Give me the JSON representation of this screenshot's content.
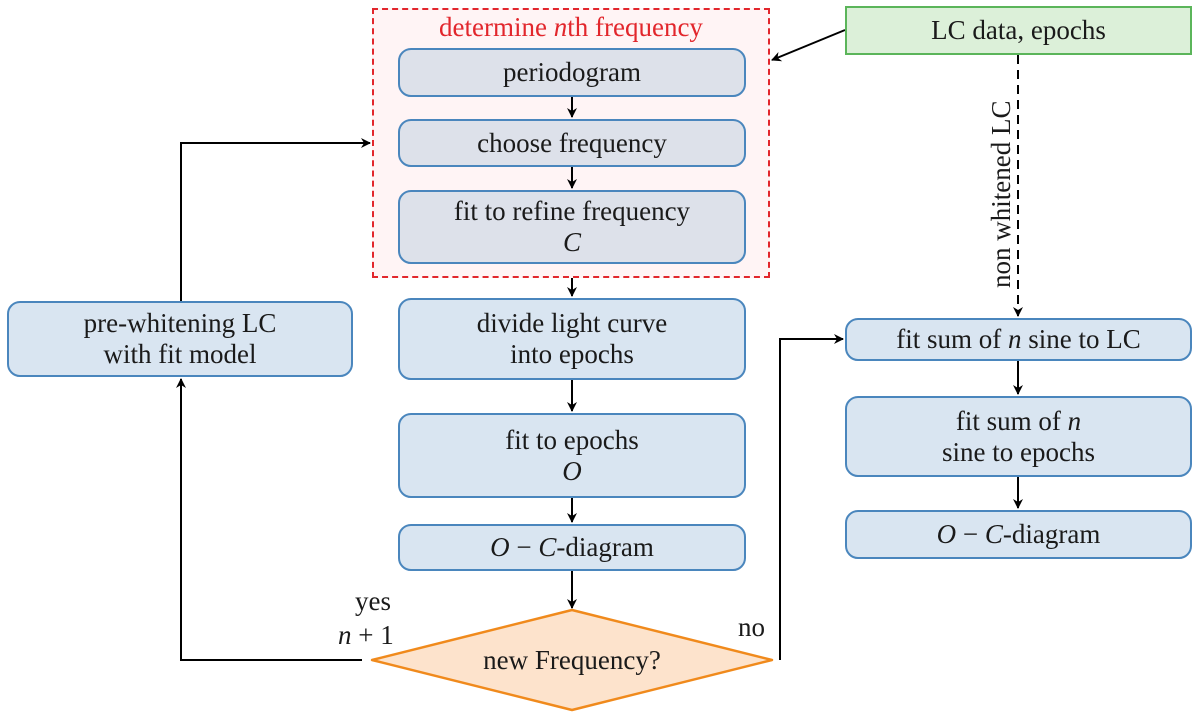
{
  "group": {
    "title_pre": "determine ",
    "title_var": "n",
    "title_post": "th frequency",
    "border_color": "#e2262c"
  },
  "nodes": {
    "periodogram": "periodogram",
    "choose_frequency": "choose frequency",
    "refine_frequency_line1": "fit to refine frequency",
    "refine_frequency_var": "C",
    "lc_data": "LC data, epochs",
    "pre_whitening_line1": "pre-whitening LC",
    "pre_whitening_line2": "with fit model",
    "divide_line1": "divide light curve",
    "divide_line2": "into epochs",
    "fit_epochs_line1": "fit to epochs",
    "fit_epochs_var": "O",
    "oc_left_O": "O",
    "oc_left_minus": " − ",
    "oc_left_C": "C",
    "oc_left_suffix": "-diagram",
    "decision": "new Frequency?",
    "fit_sum_lc_pre": "fit sum of ",
    "fit_sum_lc_var": "n",
    "fit_sum_lc_post": " sine to LC",
    "fit_sum_epochs_pre": "fit sum of ",
    "fit_sum_epochs_var": "n",
    "fit_sum_epochs_line2": "sine to epochs",
    "oc_right_O": "O",
    "oc_right_minus": " − ",
    "oc_right_C": "C",
    "oc_right_suffix": "-diagram"
  },
  "edge_labels": {
    "yes": "yes",
    "yes_var": "n",
    "yes_suffix": " + 1",
    "no": "no",
    "non_whitened": "non whitened LC"
  },
  "colors": {
    "process_fill": "#d9e5f1",
    "process_border": "#4a86bd",
    "data_fill": "#dcf0d9",
    "data_border": "#5bb55a",
    "decision_fill": "#fde3cc",
    "decision_border": "#f08a1c",
    "group_border": "#e2262c"
  }
}
